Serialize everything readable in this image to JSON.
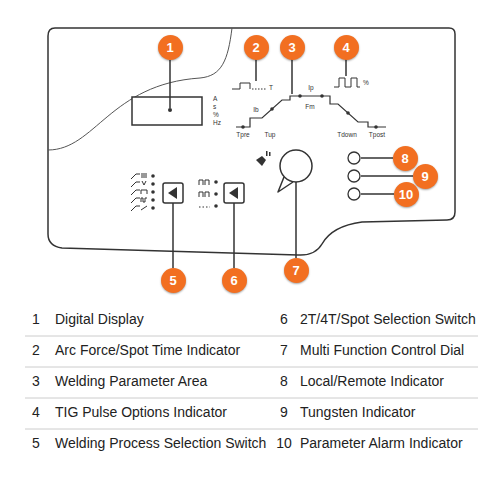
{
  "diagram": {
    "nodes": [
      {
        "text": [
          "1"
        ]
      },
      {
        "text": [
          "2"
        ]
      },
      {
        "text": [
          "3"
        ]
      },
      {
        "text": [
          "4"
        ]
      },
      {
        "text": [
          "5"
        ]
      },
      {
        "text": [
          "6"
        ]
      },
      {
        "text": [
          "7"
        ]
      },
      {
        "text": [
          "8"
        ]
      },
      {
        "text": [
          "9"
        ]
      },
      {
        "text": [
          "10"
        ]
      }
    ],
    "labels": [
      "A",
      "s",
      "%",
      "Hz",
      "T",
      "Tpre",
      "Tup",
      "Ip",
      "Fm",
      "Ib",
      "Tdown",
      "Tpost",
      "%",
      "1",
      "Digital Display",
      "6",
      "2T/4T/Spot Selection Switch",
      "2",
      "Arc Force/Spot Time Indicator",
      "7",
      "Multi Function Control Dial",
      "3",
      "Welding Parameter Area",
      "8",
      "Local/Remote Indicator",
      "4",
      "TIG Pulse Options Indicator",
      "9",
      "Tungsten Indicator",
      "5",
      "Welding Process Selection Switch",
      "10",
      "Parameter Alarm Indicator"
    ]
  }
}
